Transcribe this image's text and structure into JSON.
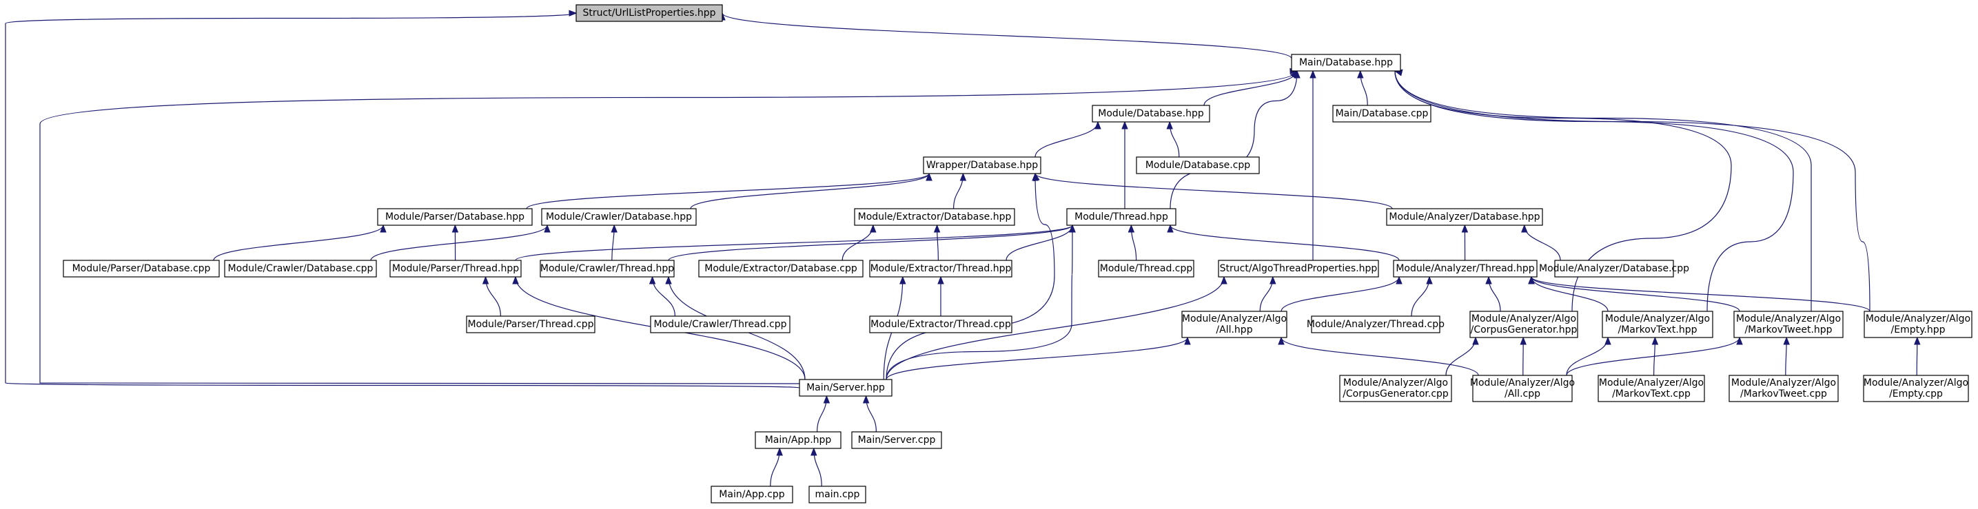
{
  "nodes": [
    {
      "id": "n1",
      "lines": [
        "Struct/UrlListProperties.hpp"
      ],
      "root": true
    },
    {
      "id": "n2",
      "lines": [
        "Main/Database.hpp"
      ]
    },
    {
      "id": "n3",
      "lines": [
        "Module/Database.hpp"
      ]
    },
    {
      "id": "n4",
      "lines": [
        "Main/Database.cpp"
      ]
    },
    {
      "id": "n5",
      "lines": [
        "Wrapper/Database.hpp"
      ]
    },
    {
      "id": "n6",
      "lines": [
        "Module/Database.cpp"
      ]
    },
    {
      "id": "n7",
      "lines": [
        "Module/Parser/Database.hpp"
      ]
    },
    {
      "id": "n8",
      "lines": [
        "Module/Crawler/Database.hpp"
      ]
    },
    {
      "id": "n9",
      "lines": [
        "Module/Extractor/Database.hpp"
      ]
    },
    {
      "id": "n10",
      "lines": [
        "Module/Thread.hpp"
      ]
    },
    {
      "id": "n11",
      "lines": [
        "Module/Analyzer/Database.hpp"
      ]
    },
    {
      "id": "n12",
      "lines": [
        "Module/Parser/Database.cpp"
      ]
    },
    {
      "id": "n13",
      "lines": [
        "Module/Crawler/Database.cpp"
      ]
    },
    {
      "id": "n14",
      "lines": [
        "Module/Parser/Thread.hpp"
      ]
    },
    {
      "id": "n15",
      "lines": [
        "Module/Crawler/Thread.hpp"
      ]
    },
    {
      "id": "n16",
      "lines": [
        "Module/Extractor/Database.cpp"
      ]
    },
    {
      "id": "n17",
      "lines": [
        "Module/Extractor/Thread.hpp"
      ]
    },
    {
      "id": "n18",
      "lines": [
        "Module/Thread.cpp"
      ]
    },
    {
      "id": "n19",
      "lines": [
        "Struct/AlgoThreadProperties.hpp"
      ]
    },
    {
      "id": "n20",
      "lines": [
        "Module/Analyzer/Thread.hpp"
      ]
    },
    {
      "id": "n21",
      "lines": [
        "Module/Analyzer/Database.cpp"
      ]
    },
    {
      "id": "n22",
      "lines": [
        "Module/Parser/Thread.cpp"
      ]
    },
    {
      "id": "n23",
      "lines": [
        "Module/Crawler/Thread.cpp"
      ]
    },
    {
      "id": "n24",
      "lines": [
        "Module/Extractor/Thread.cpp"
      ]
    },
    {
      "id": "n25",
      "lines": [
        "Module/Analyzer/Algo",
        "/All.hpp"
      ]
    },
    {
      "id": "n26",
      "lines": [
        "Module/Analyzer/Thread.cpp"
      ]
    },
    {
      "id": "n27",
      "lines": [
        "Module/Analyzer/Algo",
        "/CorpusGenerator.hpp"
      ]
    },
    {
      "id": "n28",
      "lines": [
        "Module/Analyzer/Algo",
        "/MarkovText.hpp"
      ]
    },
    {
      "id": "n29",
      "lines": [
        "Module/Analyzer/Algo",
        "/MarkovTweet.hpp"
      ]
    },
    {
      "id": "n30",
      "lines": [
        "Module/Analyzer/Algo",
        "/Empty.hpp"
      ]
    },
    {
      "id": "n31",
      "lines": [
        "Main/Server.hpp"
      ]
    },
    {
      "id": "n32",
      "lines": [
        "Module/Analyzer/Algo",
        "/CorpusGenerator.cpp"
      ]
    },
    {
      "id": "n33",
      "lines": [
        "Module/Analyzer/Algo",
        "/All.cpp"
      ]
    },
    {
      "id": "n34",
      "lines": [
        "Module/Analyzer/Algo",
        "/MarkovText.cpp"
      ]
    },
    {
      "id": "n35",
      "lines": [
        "Module/Analyzer/Algo",
        "/MarkovTweet.cpp"
      ]
    },
    {
      "id": "n36",
      "lines": [
        "Module/Analyzer/Algo",
        "/Empty.cpp"
      ]
    },
    {
      "id": "n37",
      "lines": [
        "Main/App.hpp"
      ]
    },
    {
      "id": "n38",
      "lines": [
        "Main/Server.cpp"
      ]
    },
    {
      "id": "n39",
      "lines": [
        "Main/App.cpp"
      ]
    },
    {
      "id": "n40",
      "lines": [
        "main.cpp"
      ]
    }
  ],
  "edges": [
    [
      "n2",
      "n1"
    ],
    [
      "n31",
      "n1"
    ],
    [
      "n3",
      "n2"
    ],
    [
      "n4",
      "n2"
    ],
    [
      "n10",
      "n2"
    ],
    [
      "n19",
      "n2"
    ],
    [
      "n27",
      "n2"
    ],
    [
      "n28",
      "n2"
    ],
    [
      "n29",
      "n2"
    ],
    [
      "n30",
      "n2"
    ],
    [
      "n31",
      "n2"
    ],
    [
      "n5",
      "n3"
    ],
    [
      "n6",
      "n3"
    ],
    [
      "n10",
      "n3"
    ],
    [
      "n7",
      "n5"
    ],
    [
      "n8",
      "n5"
    ],
    [
      "n9",
      "n5"
    ],
    [
      "n11",
      "n5"
    ],
    [
      "n31",
      "n5"
    ],
    [
      "n12",
      "n7"
    ],
    [
      "n14",
      "n7"
    ],
    [
      "n13",
      "n8"
    ],
    [
      "n15",
      "n8"
    ],
    [
      "n16",
      "n9"
    ],
    [
      "n17",
      "n9"
    ],
    [
      "n14",
      "n10"
    ],
    [
      "n15",
      "n10"
    ],
    [
      "n17",
      "n10"
    ],
    [
      "n18",
      "n10"
    ],
    [
      "n20",
      "n10"
    ],
    [
      "n31",
      "n10"
    ],
    [
      "n20",
      "n11"
    ],
    [
      "n21",
      "n11"
    ],
    [
      "n22",
      "n14"
    ],
    [
      "n31",
      "n14"
    ],
    [
      "n23",
      "n15"
    ],
    [
      "n31",
      "n15"
    ],
    [
      "n24",
      "n17"
    ],
    [
      "n31",
      "n17"
    ],
    [
      "n25",
      "n19"
    ],
    [
      "n31",
      "n19"
    ],
    [
      "n25",
      "n20"
    ],
    [
      "n26",
      "n20"
    ],
    [
      "n27",
      "n20"
    ],
    [
      "n28",
      "n20"
    ],
    [
      "n29",
      "n20"
    ],
    [
      "n30",
      "n20"
    ],
    [
      "n31",
      "n25"
    ],
    [
      "n33",
      "n25"
    ],
    [
      "n32",
      "n27"
    ],
    [
      "n33",
      "n27"
    ],
    [
      "n33",
      "n28"
    ],
    [
      "n34",
      "n28"
    ],
    [
      "n33",
      "n29"
    ],
    [
      "n35",
      "n29"
    ],
    [
      "n36",
      "n30"
    ],
    [
      "n37",
      "n31"
    ],
    [
      "n38",
      "n31"
    ],
    [
      "n39",
      "n37"
    ],
    [
      "n40",
      "n37"
    ]
  ]
}
